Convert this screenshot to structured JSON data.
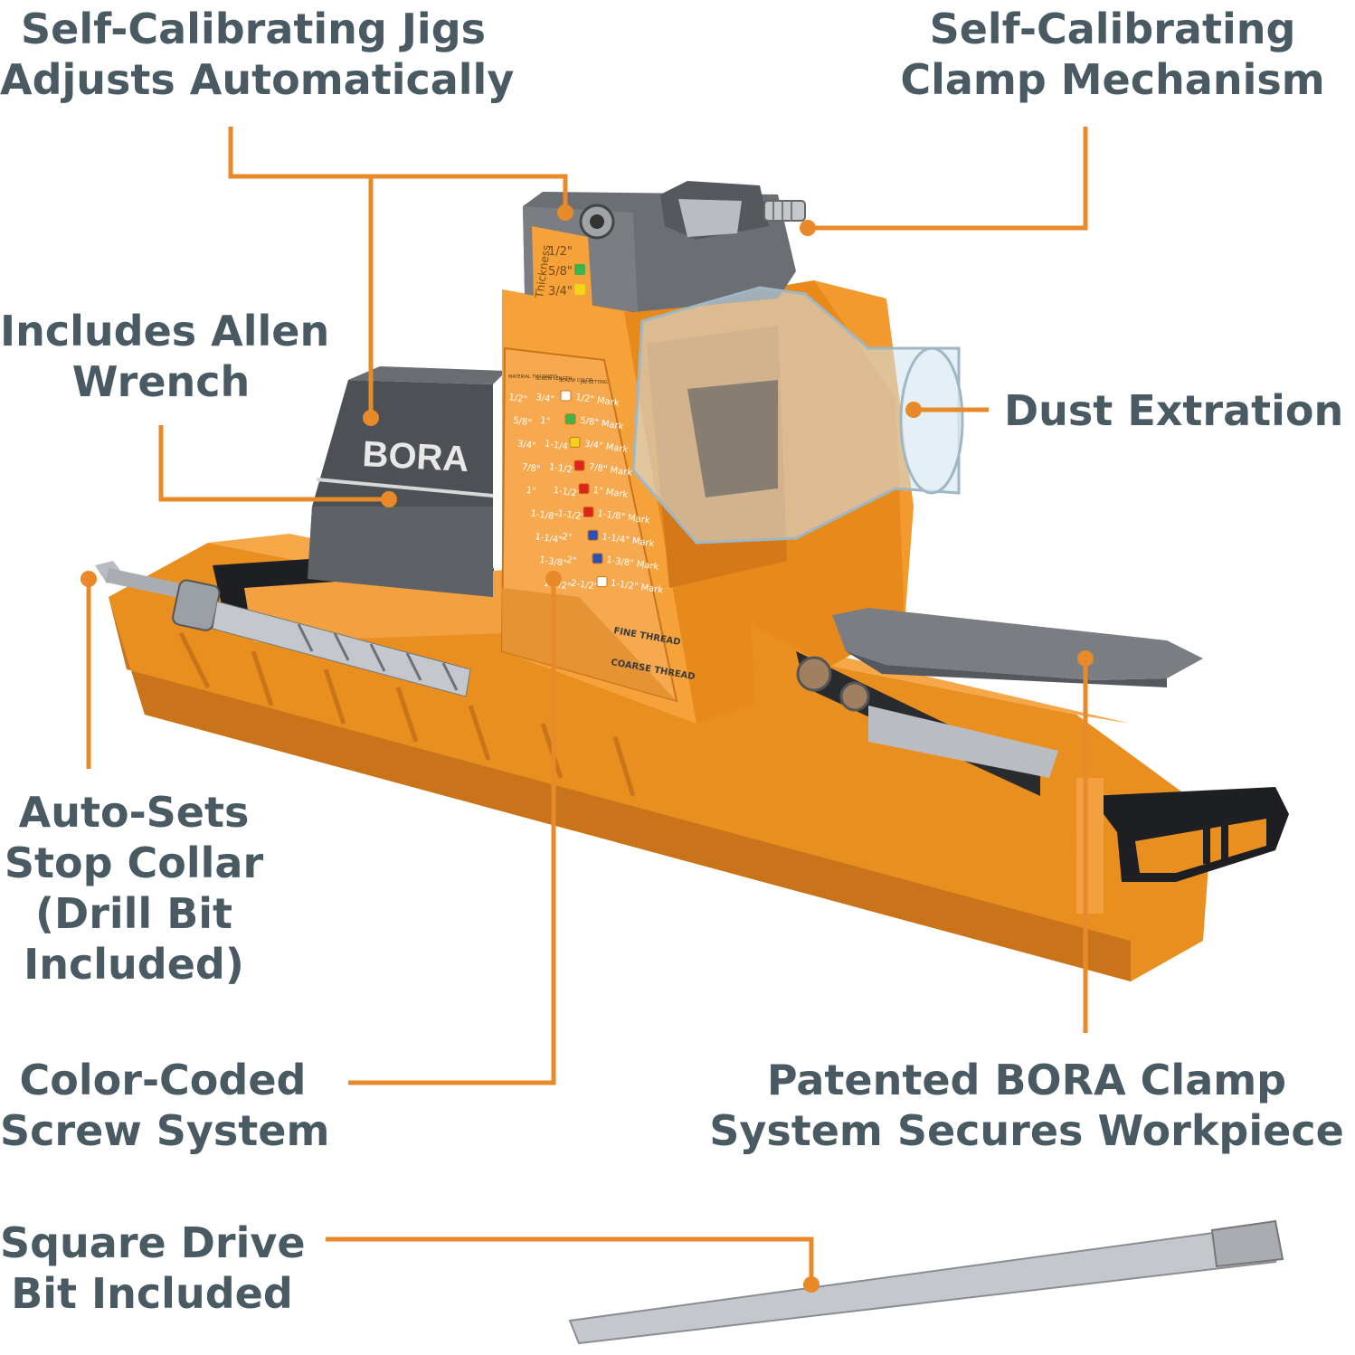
{
  "colors": {
    "accent": "#e8892a",
    "label_text": "#4a5a63",
    "jig_orange": "#f5a03a",
    "jig_dark": "#5a5e62"
  },
  "callouts": {
    "jigs": [
      "Self-Calibrating Jigs",
      "Adjusts Automatically"
    ],
    "clamp_mech": [
      "Self-Calibrating",
      "Clamp Mechanism"
    ],
    "allen": [
      "Includes Allen",
      "Wrench"
    ],
    "dust": [
      "Dust Extration"
    ],
    "collar": [
      "Auto-Sets",
      "Stop Collar",
      "(Drill Bit",
      "Included)"
    ],
    "color_coded": [
      "Color-Coded",
      "Screw System"
    ],
    "clamp_system": [
      "Patented BORA Clamp",
      "System Secures Workpiece"
    ],
    "square_drive": [
      "Square Drive",
      "Bit Included"
    ]
  },
  "product": {
    "brand": "BORA",
    "thickness_word": "Thickness",
    "thickness_marks": [
      "1/2\"",
      "5/8\"",
      "3/4\""
    ],
    "chart_headers": [
      "MATERIAL THICKNESS",
      "SCREW LENGTH",
      "SCREW COLOR",
      "JIG SETTING"
    ],
    "chart_rows": [
      {
        "thickness": "1/2\"",
        "length": "3/4\"",
        "setting": "1/2\" Mark",
        "color": "#ffffff"
      },
      {
        "thickness": "5/8\"",
        "length": "1\"",
        "setting": "5/8\" Mark",
        "color": "#3bb54a"
      },
      {
        "thickness": "3/4\"",
        "length": "1-1/4\"",
        "setting": "3/4\" Mark",
        "color": "#f2d21b"
      },
      {
        "thickness": "7/8\"",
        "length": "1-1/2\"",
        "setting": "7/8\" Mark",
        "color": "#e0231c"
      },
      {
        "thickness": "1\"",
        "length": "1-1/2\"",
        "setting": "1\" Mark",
        "color": "#e0231c"
      },
      {
        "thickness": "1-1/8\"",
        "length": "1-1/2\"",
        "setting": "1-1/8\" Mark",
        "color": "#e0231c"
      },
      {
        "thickness": "1-1/4\"",
        "length": "2\"",
        "setting": "1-1/4\" Mark",
        "color": "#2b4fb5"
      },
      {
        "thickness": "1-3/8\"",
        "length": "2\"",
        "setting": "1-3/8\" Mark",
        "color": "#2b4fb5"
      },
      {
        "thickness": "1-1/2\"",
        "length": "2-1/2\"",
        "setting": "1-1/2\" Mark",
        "color": "#ffffff"
      }
    ],
    "fine_thread": "FINE THREAD",
    "coarse_thread": "COARSE THREAD"
  }
}
